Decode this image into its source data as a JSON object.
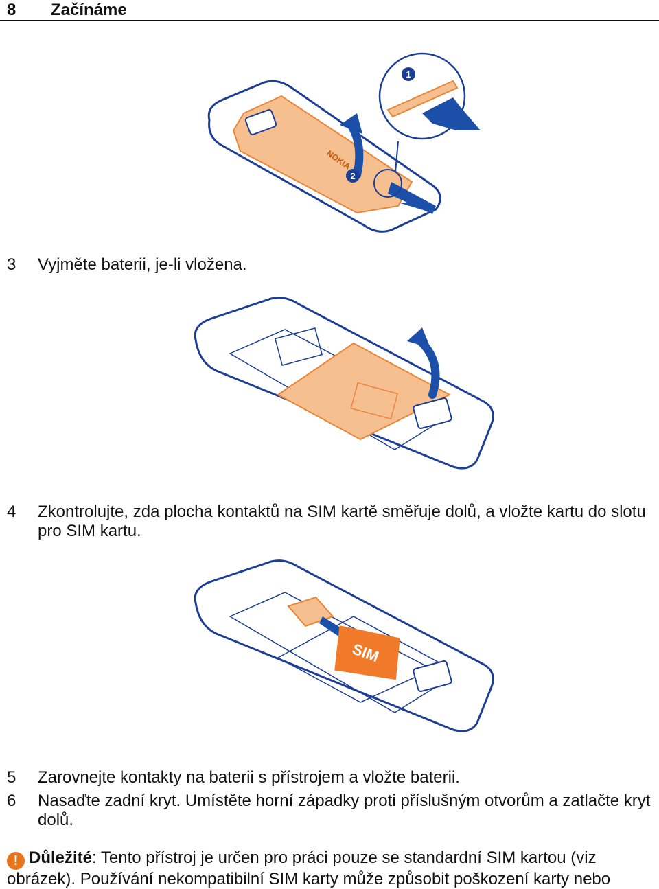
{
  "header": {
    "page_number": "8",
    "chapter_title": "Začínáme"
  },
  "figures": {
    "fig1": {
      "callout_1": "1",
      "callout_2": "2",
      "logo": "NOKIA"
    },
    "fig3": {
      "sim_label": "SIM"
    }
  },
  "steps": [
    {
      "num": "3",
      "text": "Vyjměte baterii, je-li vložena."
    },
    {
      "num": "4",
      "text": "Zkontrolujte, zda plocha kontaktů na SIM kartě směřuje dolů, a vložte kartu do slotu pro SIM kartu."
    },
    {
      "num": "5",
      "text": "Zarovnejte kontakty na baterii s přístrojem a vložte baterii."
    },
    {
      "num": "6",
      "text": "Nasaďte zadní kryt. Umístěte horní západky proti příslušným otvorům a zatlačte kryt dolů."
    }
  ],
  "note": {
    "icon": "warning-icon",
    "label": "Důležité",
    "separator": ":",
    "text": " Tento přístroj je určen pro práci pouze se standardní SIM kartou (viz obrázek). Používání nekompatibilní SIM karty může způsobit poškození karty nebo"
  },
  "colors": {
    "outline": "#1c3f95",
    "orange_light": "#f6bf8f",
    "orange": "#f07a2a",
    "arrow": "#1c4fa8"
  }
}
